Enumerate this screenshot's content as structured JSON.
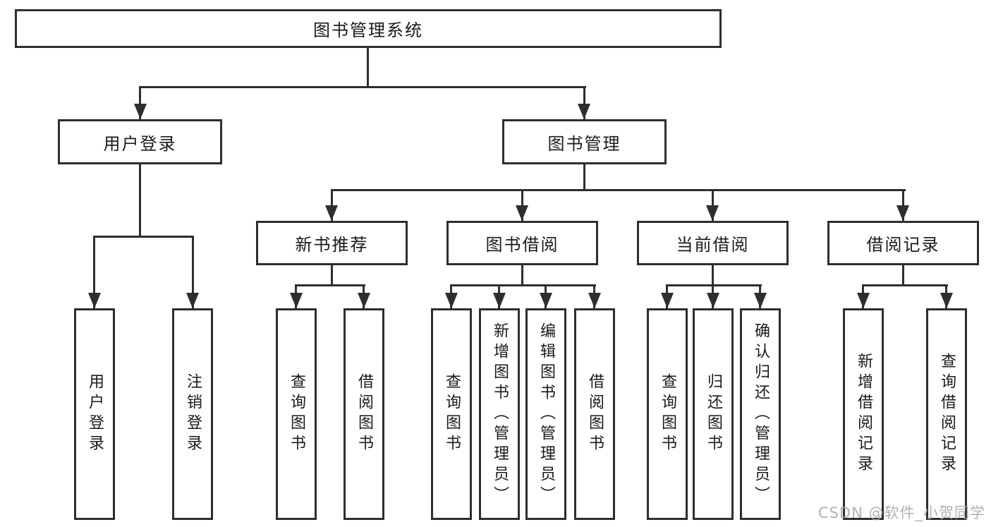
{
  "diagram": {
    "root": {
      "label": "图书管理系统"
    },
    "level2": [
      {
        "label": "用户登录"
      },
      {
        "label": "图书管理"
      }
    ],
    "level3": [
      {
        "label": "新书推荐"
      },
      {
        "label": "图书借阅"
      },
      {
        "label": "当前借阅"
      },
      {
        "label": "借阅记录"
      }
    ],
    "leaves": {
      "user_login": [
        "用户登录",
        "注销登录"
      ],
      "new_book": [
        "查询图书",
        "借阅图书"
      ],
      "book_borrow": [
        "查询图书",
        "新增图书（管理员）",
        "编辑图书（管理员）",
        "借阅图书"
      ],
      "current_borrow": [
        "查询图书",
        "归还图书",
        "确认归还（管理员）"
      ],
      "borrow_record": [
        "新增借阅记录",
        "查询借阅记录"
      ]
    }
  },
  "watermark": {
    "text": "CSDN @软件_小贺同学"
  },
  "colors": {
    "box_border": "#2e2e2e",
    "line": "#2e2e2e",
    "text": "#1a1a1a",
    "watermark": "#a8a8a8",
    "background": "#ffffff"
  }
}
